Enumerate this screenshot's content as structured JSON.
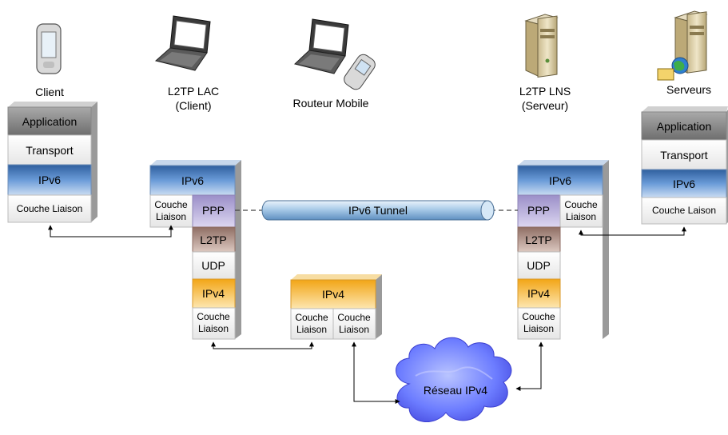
{
  "devices": {
    "client": "Client",
    "lac_line1": "L2TP LAC",
    "lac_line2": "(Client)",
    "router": "Routeur Mobile",
    "lns_line1": "L2TP LNS",
    "lns_line2": "(Serveur)",
    "servers": "Serveurs"
  },
  "stacks": {
    "client": {
      "application": "Application",
      "transport": "Transport",
      "ipv6": "IPv6",
      "link": "Couche Liaison"
    },
    "lac": {
      "ipv6": "IPv6",
      "link_l1": "Couche",
      "link_l2": "Liaison",
      "ppp": "PPP",
      "l2tp": "L2TP",
      "udp": "UDP",
      "ipv4": "IPv4",
      "link2_l1": "Couche",
      "link2_l2": "Liaison"
    },
    "router": {
      "ipv4": "IPv4",
      "link_a_l1": "Couche",
      "link_a_l2": "Liaison",
      "link_b_l1": "Couche",
      "link_b_l2": "Liaison"
    },
    "lns": {
      "ipv6": "IPv6",
      "ppp": "PPP",
      "link_l1": "Couche",
      "link_l2": "Liaison",
      "l2tp": "L2TP",
      "udp": "UDP",
      "ipv4": "IPv4",
      "link2_l1": "Couche",
      "link2_l2": "Liaison"
    },
    "servers": {
      "application": "Application",
      "transport": "Transport",
      "ipv6": "IPv6",
      "link": "Couche Laison"
    }
  },
  "tunnel": "IPv6 Tunnel",
  "cloud": "Réseau IPv4",
  "colors": {
    "application": "#7a7a7a",
    "transport": "#f2f2f2",
    "ipv6": "#4f81bd",
    "link": "#f2f2f2",
    "ppp": "#b4a7d6",
    "l2tp": "#a6857a",
    "udp": "#f7f7f7",
    "ipv4": "#f9c24a",
    "tunnel": "#9dc3e6",
    "cloud": "#6f7dff"
  }
}
